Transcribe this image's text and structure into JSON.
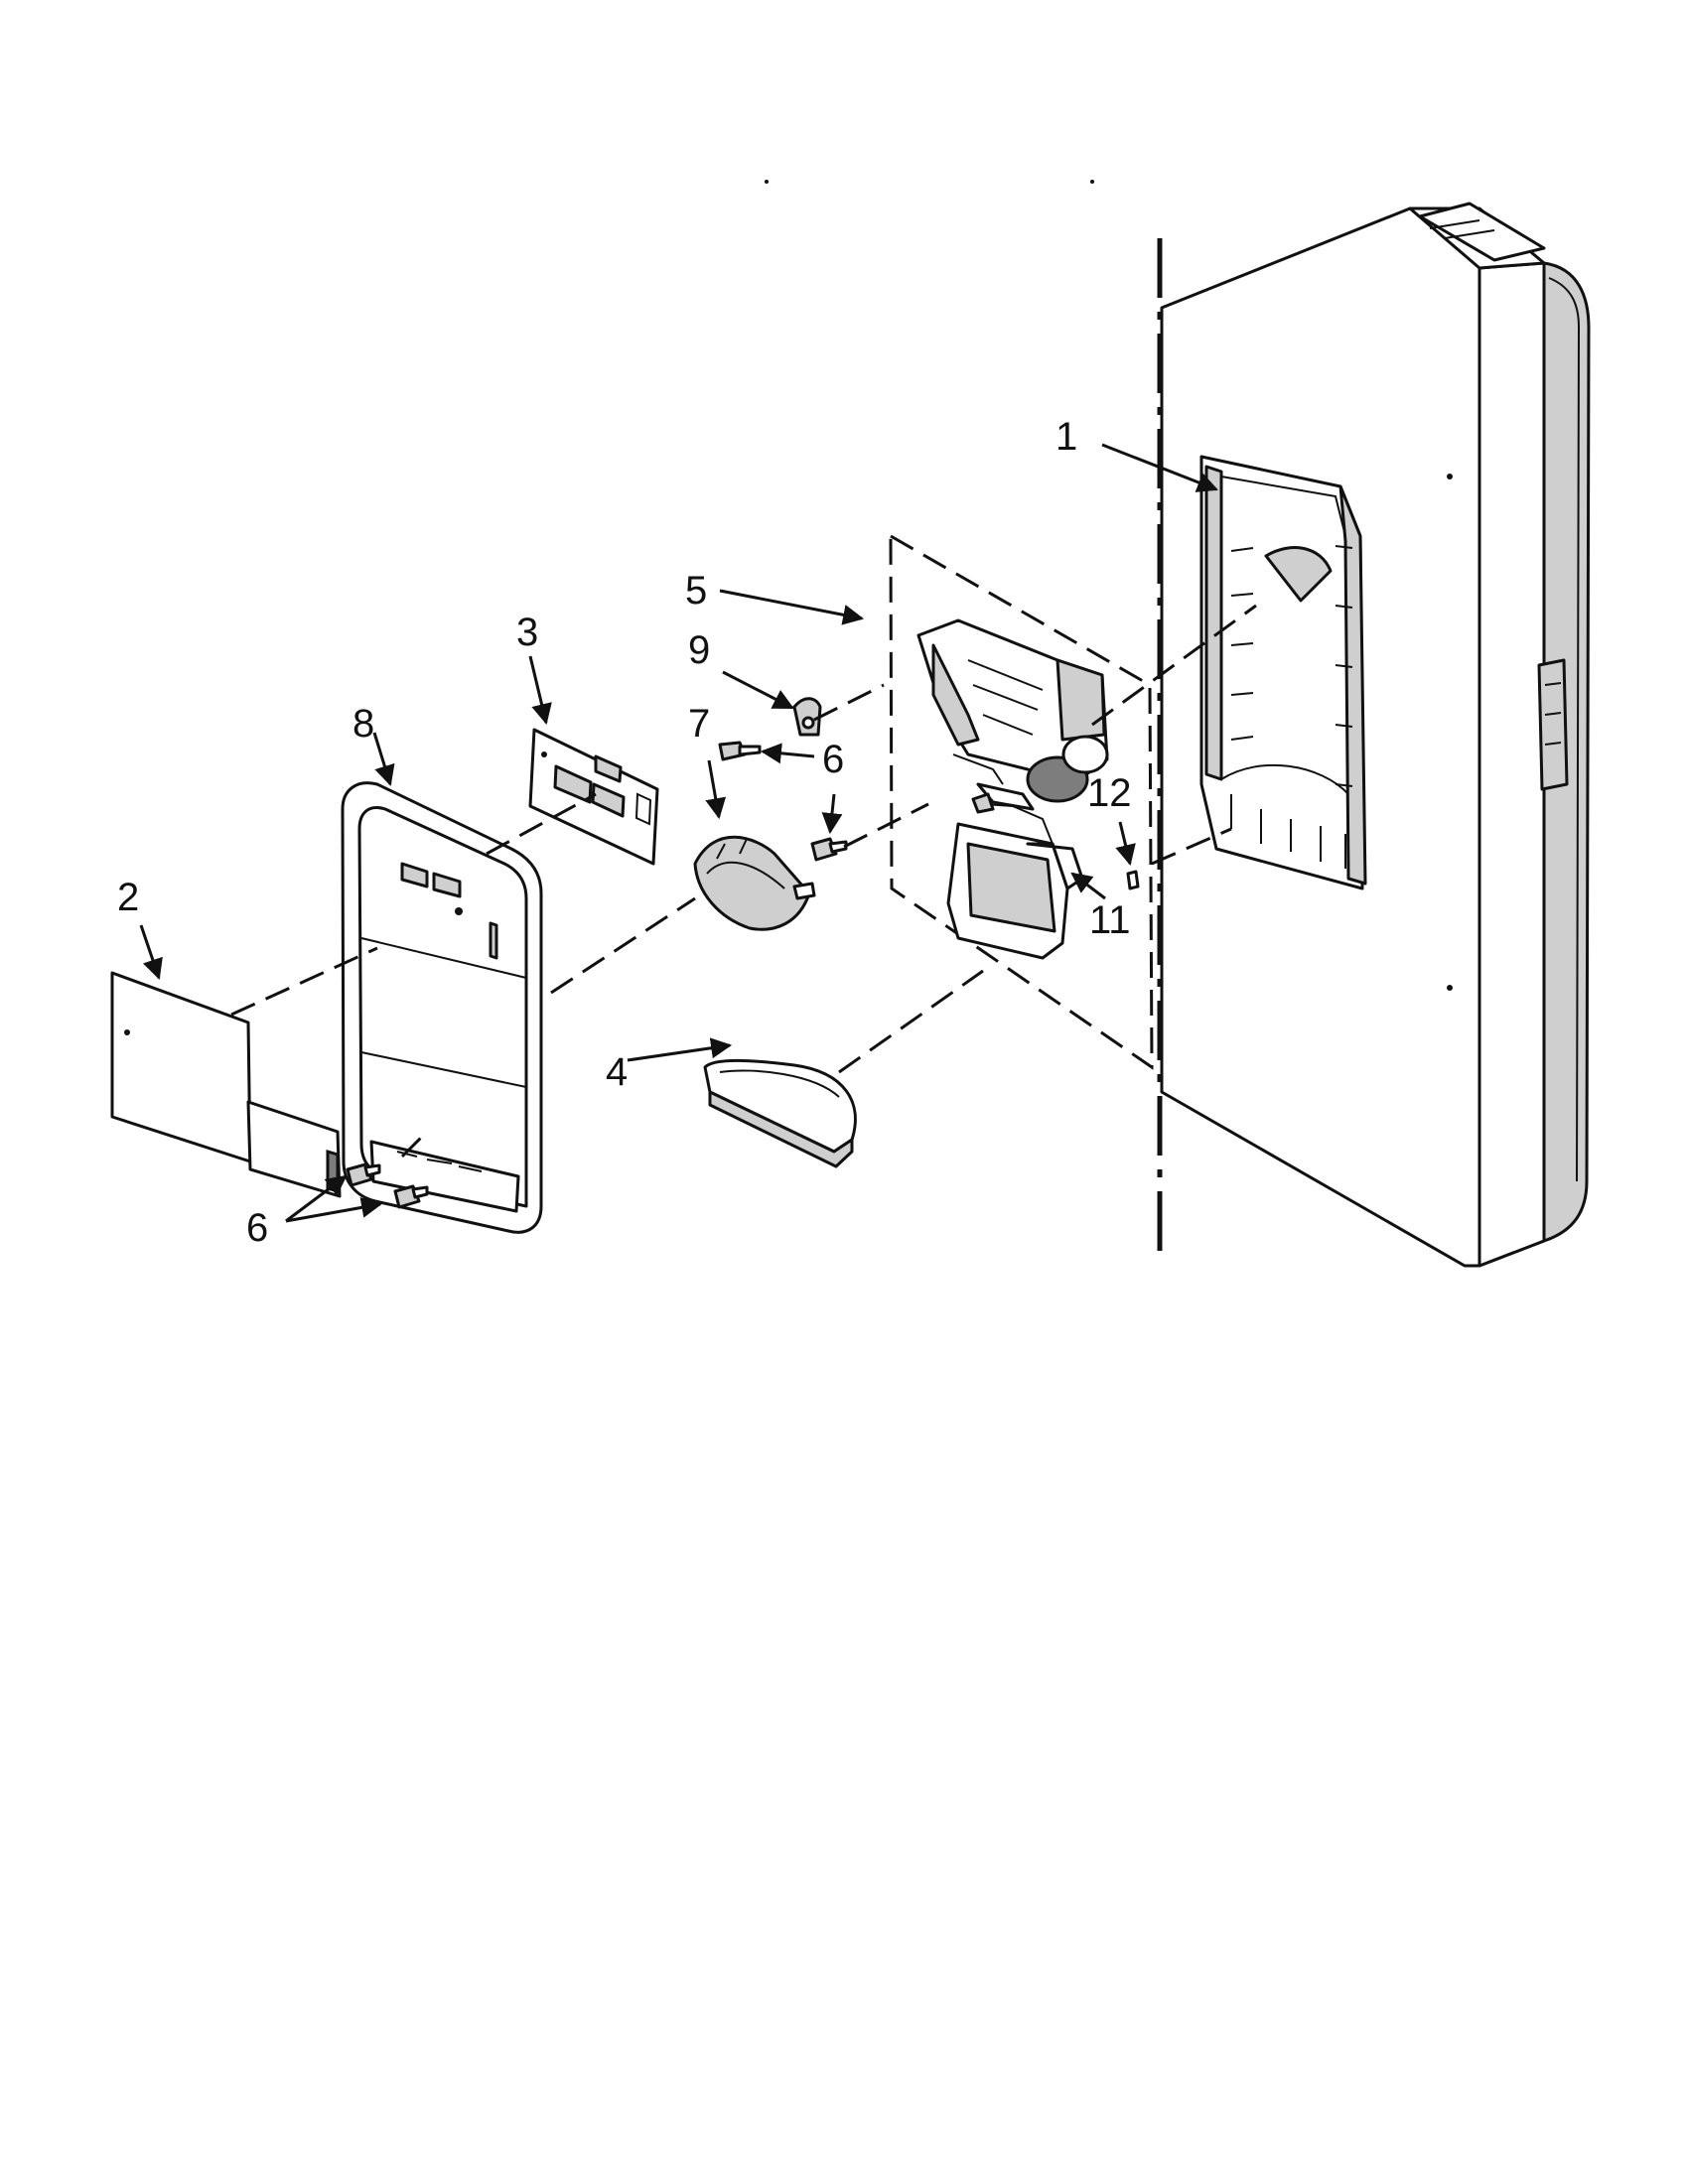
{
  "diagram": {
    "callouts": {
      "c1": "1",
      "c2": "2",
      "c3": "3",
      "c4": "4",
      "c5": "5",
      "c6a": "6",
      "c6b": "6",
      "c6c": "6",
      "c7": "7",
      "c8": "8",
      "c9": "9",
      "c11": "11",
      "c12": "12"
    }
  }
}
